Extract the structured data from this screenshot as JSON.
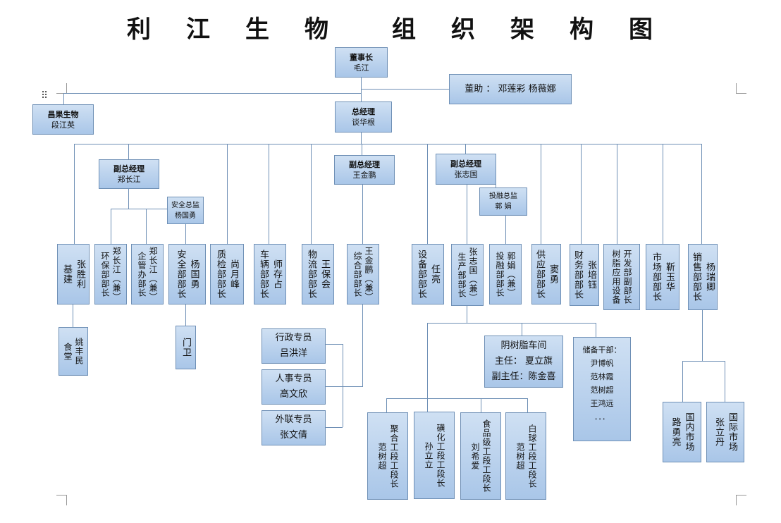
{
  "title": [
    "利",
    "江",
    "生",
    "物",
    "组",
    "织",
    "架",
    "构",
    "图"
  ],
  "chairman": {
    "title": "董事长",
    "name": "毛江"
  },
  "assistant": {
    "text": "董助 ： 邓莲彩 杨薇娜"
  },
  "changguo": {
    "title": "昌果生物",
    "name": "段江英"
  },
  "gm": {
    "title": "总经理",
    "name": "谈华根"
  },
  "vp1": {
    "title": "副总经理",
    "name": "郑长江"
  },
  "vp2": {
    "title": "副总经理",
    "name": "王金鹏"
  },
  "vp3": {
    "title": "副总经理",
    "name": "张志国"
  },
  "safety_dir": {
    "title": "安全总监",
    "name": "杨国勇"
  },
  "finance_dir": {
    "title": "投融总监",
    "name": "郭  娟"
  },
  "depts": {
    "d1": [
      "张胜利",
      "基建"
    ],
    "d2": [
      "郑长江（兼）",
      "环保部部长"
    ],
    "d3": [
      "郑长江（兼）",
      "企管办部长"
    ],
    "d4": [
      "杨国勇",
      "安全部部长"
    ],
    "d5": [
      "尚月峰",
      "质检部部长"
    ],
    "d6": [
      "师存占",
      "车辆部部长"
    ],
    "d7": [
      "王保会",
      "物流部部长"
    ],
    "d8": [
      "王金鹏（兼）",
      "综合部部长"
    ],
    "d9": [
      "任亮",
      "设备部部长"
    ],
    "d10": [
      "张志国（兼）",
      "生产部部长"
    ],
    "d11": [
      "郭娟（兼）",
      "投融部部长"
    ],
    "d12": [
      "窦勇",
      "供应部部长"
    ],
    "d13": [
      "张培钰",
      "财务部部长"
    ],
    "d14": [
      "开发部副部长",
      "树脂应用设备"
    ],
    "d15": [
      "靳玉华",
      "市场部部长"
    ],
    "d16": [
      "杨瑞卿",
      "销售部部长"
    ]
  },
  "canteen": [
    "姚丰民",
    "食堂"
  ],
  "gate": "门卫",
  "admin": {
    "role": "行政专员",
    "name": "吕洪洋"
  },
  "hr": {
    "role": "人事专员",
    "name": "高文欣"
  },
  "pr": {
    "role": "外联专员",
    "name": "张文倩"
  },
  "workshop": {
    "l1": "阴树脂车间",
    "l2": "主任： 夏立旗",
    "l3": "副主任：陈金喜"
  },
  "reserve": {
    "title": "储备干部：",
    "names": [
      "尹博帆",
      "范林霞",
      "范树超",
      "王鸿远",
      "．．．"
    ]
  },
  "sections": {
    "s1": [
      "聚合工段工段长",
      "范树超"
    ],
    "s2": [
      "磺化工段工段长",
      "孙立立"
    ],
    "s3": [
      "食品级工段工段长",
      "刘希爱"
    ],
    "s4": [
      "白球工段工段长",
      "范树超"
    ]
  },
  "markets": {
    "m1": [
      "国内市场",
      "路勇亮"
    ],
    "m2": [
      "国际市场",
      "张立丹"
    ]
  }
}
